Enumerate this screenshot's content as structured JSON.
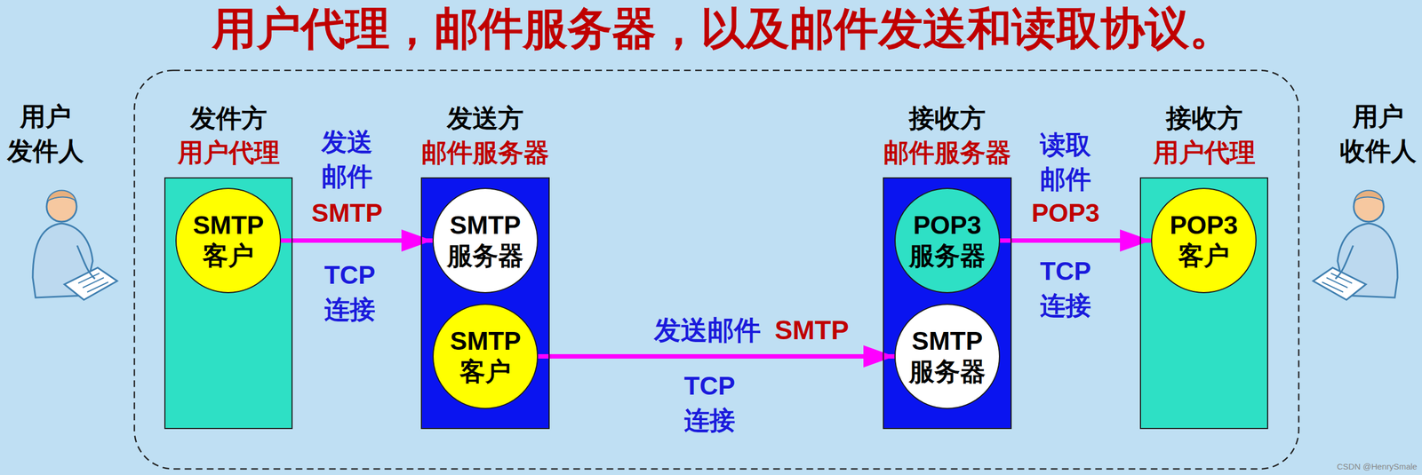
{
  "diagram": {
    "title": "用户代理，邮件服务器，以及邮件发送和读取协议。",
    "nodes": [
      {
        "text": [
          "发件方",
          "用户代理"
        ]
      },
      {
        "text": [
          "SMTP 客户"
        ],
        "in": 0
      },
      {
        "text": [
          "发送方",
          "邮件服务器"
        ]
      },
      {
        "text": [
          "SMTP 服务器"
        ],
        "in": 2
      },
      {
        "text": [
          "SMTP 客户"
        ],
        "in": 2
      },
      {
        "text": [
          "接收方",
          "邮件服务器"
        ]
      },
      {
        "text": [
          "POP3 服务器"
        ],
        "in": 5
      },
      {
        "text": [
          "SMTP 服务器"
        ],
        "in": 5
      },
      {
        "text": [
          "接收方",
          "用户代理"
        ]
      },
      {
        "text": [
          "POP3 客户"
        ],
        "in": 8
      }
    ],
    "edges": [
      {
        "from": 1,
        "to": 3,
        "arrow": "to"
      },
      {
        "from": 4,
        "to": 7,
        "arrow": "to"
      },
      {
        "from": 6,
        "to": 9,
        "arrow": "to"
      }
    ],
    "labels": [
      "用户 发件人",
      "用户 收件人",
      "发送 邮件",
      "SMTP",
      "TCP 连接",
      "发送邮件",
      "SMTP",
      "TCP 连接",
      "读取 邮件",
      "POP3",
      "TCP 连接",
      "CSDN @HenrySmale"
    ]
  }
}
